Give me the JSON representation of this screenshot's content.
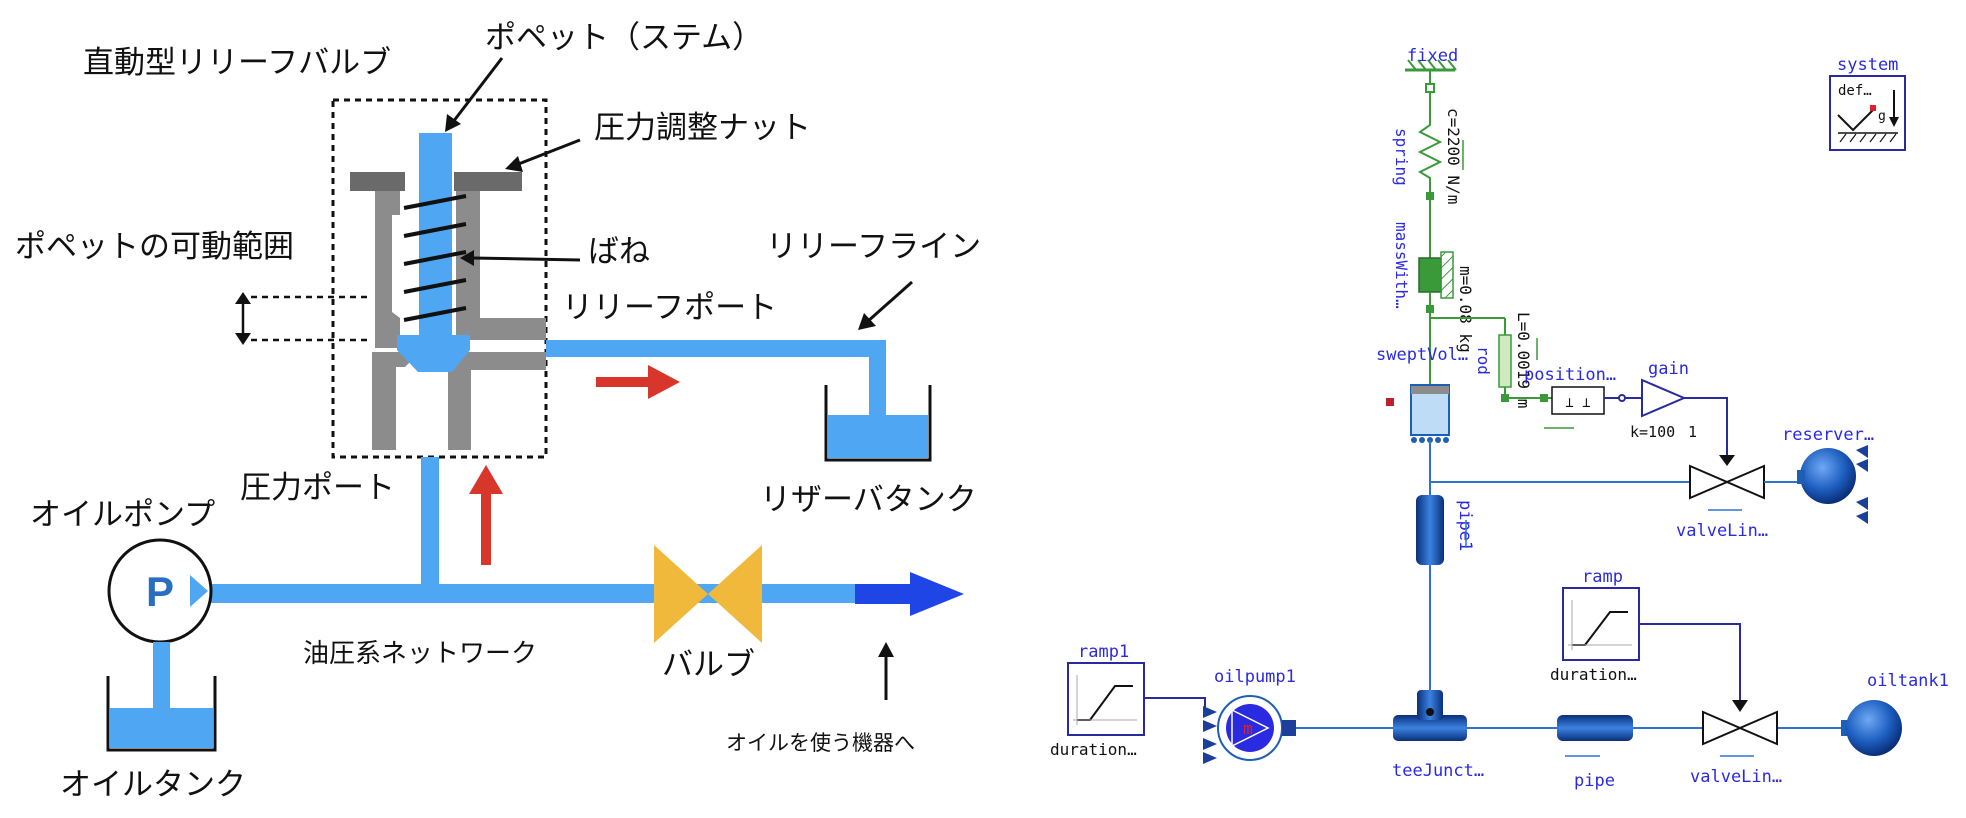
{
  "left_diagram": {
    "title": "直動型リリーフバルブ",
    "labels": {
      "poppet_stem": "ポペット（ステム）",
      "pressure_nut": "圧力調整ナット",
      "poppet_range": "ポペットの可動範囲",
      "spring": "ばね",
      "relief_line": "リリーフライン",
      "relief_port": "リリーフポート",
      "pressure_port": "圧力ポート",
      "oil_pump": "オイルポンプ",
      "reserve_tank": "リザーバタンク",
      "network": "油圧系ネットワーク",
      "valve": "バルブ",
      "to_equipment": "オイルを使う機器へ",
      "oil_tank": "オイルタンク",
      "pump_letter": "P"
    },
    "colors": {
      "oil": "#4fa7f4",
      "body": "#8c8c8c",
      "flow_arrow": "#d9362b",
      "valve": "#f1b93c",
      "out_arrow": "#1f45e6"
    }
  },
  "right_diagram": {
    "components": {
      "fixed": "fixed",
      "spring": "spring",
      "spring_param": "c=2200 N/m",
      "mass": "massWith…",
      "mass_param": "m=0.08 kg",
      "rod": "rod",
      "rod_param": "L=0.0019 m",
      "swept_volume": "sweptVol…",
      "position": "position…",
      "gain": "gain",
      "gain_param": "k=100",
      "gain_out": "1",
      "reservoir": "reserver…",
      "valve_top": "valveLin…",
      "pipe1": "pipe1",
      "ramp": "ramp",
      "ramp_duration": "duration…",
      "ramp1": "ramp1",
      "ramp1_duration": "duration…",
      "oilpump": "oilpump1",
      "pump_letter": "m",
      "tee": "teeJunct…",
      "pipe": "pipe",
      "valve_bottom": "valveLin…",
      "oiltank": "oiltank1",
      "system": "system",
      "system_def": "def…",
      "system_g": "g"
    },
    "colors": {
      "label": "#2a2ae0",
      "line": "#2f73cf",
      "signal": "#2a2aa0",
      "mech": "#3a9a3a",
      "component": "#1c5fb4"
    }
  }
}
